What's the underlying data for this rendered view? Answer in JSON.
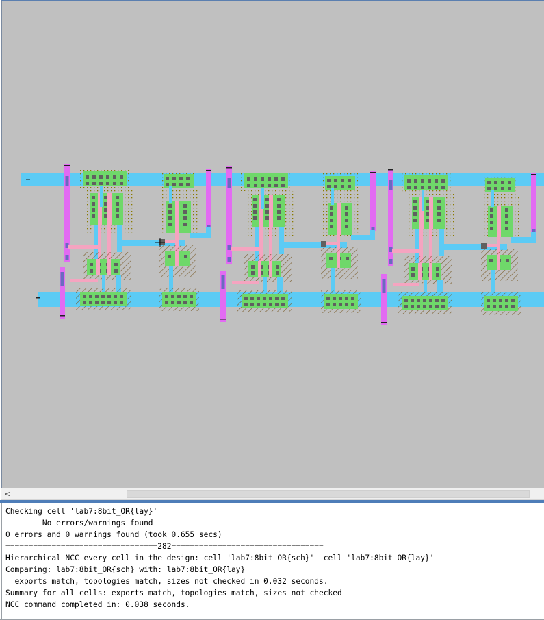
{
  "colors": {
    "canvas_background": "#c0c0c0",
    "metal1": "#5ccbf5",
    "metal2": "#e26bf2",
    "polysilicon": "#f5a4c0",
    "active": "#6fd86a",
    "select_dots": "#c9b500",
    "well_hatch": "#7a5c2a",
    "contact": "#606060",
    "pin": "#6a6ac0"
  },
  "scrollbar": {
    "left_arrow": "<"
  },
  "console": {
    "lines": [
      "Checking cell 'lab7:8bit_OR{lay}'",
      "        No errors/warnings found",
      "0 errors and 0 warnings found (took 0.655 secs)",
      "=================================282=================================",
      "Hierarchical NCC every cell in the design: cell 'lab7:8bit_OR{sch}'  cell 'lab7:8bit_OR{lay}'",
      "Comparing: lab7:8bit_OR{sch} with: lab7:8bit_OR{lay}",
      "  exports match, topologies match, sizes not checked in 0.032 seconds.",
      "Summary for all cells: exports match, topologies match, sizes not checked",
      "NCC command completed in: 0.038 seconds."
    ]
  }
}
